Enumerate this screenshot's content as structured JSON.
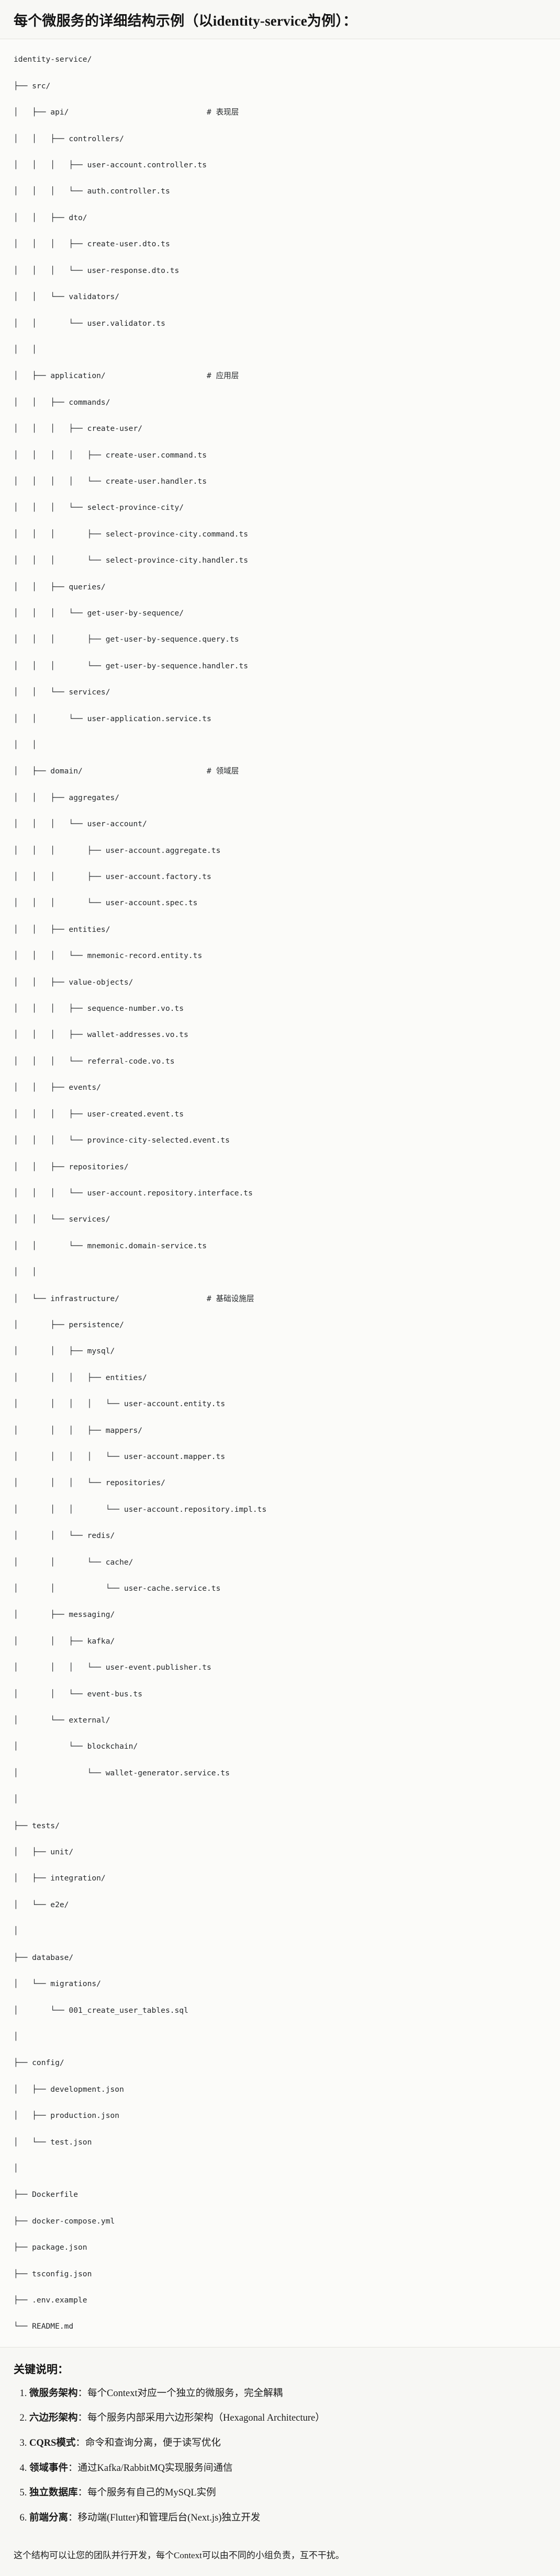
{
  "header": {
    "title": "每个微服务的详细结构示例（以identity-service为例）："
  },
  "tree": {
    "lines": [
      "identity-service/",
      "├── src/",
      "│   ├── api/                              # 表现层",
      "│   │   ├── controllers/",
      "│   │   │   ├── user-account.controller.ts",
      "│   │   │   └── auth.controller.ts",
      "│   │   ├── dto/",
      "│   │   │   ├── create-user.dto.ts",
      "│   │   │   └── user-response.dto.ts",
      "│   │   └── validators/",
      "│   │       └── user.validator.ts",
      "│   │",
      "│   ├── application/                      # 应用层",
      "│   │   ├── commands/",
      "│   │   │   ├── create-user/",
      "│   │   │   │   ├── create-user.command.ts",
      "│   │   │   │   └── create-user.handler.ts",
      "│   │   │   └── select-province-city/",
      "│   │   │       ├── select-province-city.command.ts",
      "│   │   │       └── select-province-city.handler.ts",
      "│   │   ├── queries/",
      "│   │   │   └── get-user-by-sequence/",
      "│   │   │       ├── get-user-by-sequence.query.ts",
      "│   │   │       └── get-user-by-sequence.handler.ts",
      "│   │   └── services/",
      "│   │       └── user-application.service.ts",
      "│   │",
      "│   ├── domain/                           # 领域层",
      "│   │   ├── aggregates/",
      "│   │   │   └── user-account/",
      "│   │   │       ├── user-account.aggregate.ts",
      "│   │   │       ├── user-account.factory.ts",
      "│   │   │       └── user-account.spec.ts",
      "│   │   ├── entities/",
      "│   │   │   └── mnemonic-record.entity.ts",
      "│   │   ├── value-objects/",
      "│   │   │   ├── sequence-number.vo.ts",
      "│   │   │   ├── wallet-addresses.vo.ts",
      "│   │   │   └── referral-code.vo.ts",
      "│   │   ├── events/",
      "│   │   │   ├── user-created.event.ts",
      "│   │   │   └── province-city-selected.event.ts",
      "│   │   ├── repositories/",
      "│   │   │   └── user-account.repository.interface.ts",
      "│   │   └── services/",
      "│   │       └── mnemonic.domain-service.ts",
      "│   │",
      "│   └── infrastructure/                   # 基础设施层",
      "│       ├── persistence/",
      "│       │   ├── mysql/",
      "│       │   │   ├── entities/",
      "│       │   │   │   └── user-account.entity.ts",
      "│       │   │   ├── mappers/",
      "│       │   │   │   └── user-account.mapper.ts",
      "│       │   │   └── repositories/",
      "│       │   │       └── user-account.repository.impl.ts",
      "│       │   └── redis/",
      "│       │       └── cache/",
      "│       │           └── user-cache.service.ts",
      "│       ├── messaging/",
      "│       │   ├── kafka/",
      "│       │   │   └── user-event.publisher.ts",
      "│       │   └── event-bus.ts",
      "│       └── external/",
      "│           └── blockchain/",
      "│               └── wallet-generator.service.ts",
      "│",
      "├── tests/",
      "│   ├── unit/",
      "│   ├── integration/",
      "│   └── e2e/",
      "│",
      "├── database/",
      "│   └── migrations/",
      "│       └── 001_create_user_tables.sql",
      "│",
      "├── config/",
      "│   ├── development.json",
      "│   ├── production.json",
      "│   └── test.json",
      "│",
      "├── Dockerfile",
      "├── docker-compose.yml",
      "├── package.json",
      "├── tsconfig.json",
      "├── .env.example",
      "└── README.md"
    ]
  },
  "notes": {
    "heading": "关键说明：",
    "items": [
      {
        "term": "微服务架构",
        "sep": "：",
        "desc": "每个Context对应一个独立的微服务，完全解耦"
      },
      {
        "term": "六边形架构",
        "sep": "：",
        "desc": "每个服务内部采用六边形架构（Hexagonal Architecture）"
      },
      {
        "term": "CQRS模式",
        "sep": "：",
        "desc": "命令和查询分离，便于读写优化"
      },
      {
        "term": "领域事件",
        "sep": "：",
        "desc": "通过Kafka/RabbitMQ实现服务间通信"
      },
      {
        "term": "独立数据库",
        "sep": "：",
        "desc": "每个服务有自己的MySQL实例"
      },
      {
        "term": "前端分离",
        "sep": "：",
        "desc": "移动端(Flutter)和管理后台(Next.js)独立开发"
      }
    ],
    "closing": "这个结构可以让您的团队并行开发，每个Context可以由不同的小组负责，互不干扰。"
  }
}
